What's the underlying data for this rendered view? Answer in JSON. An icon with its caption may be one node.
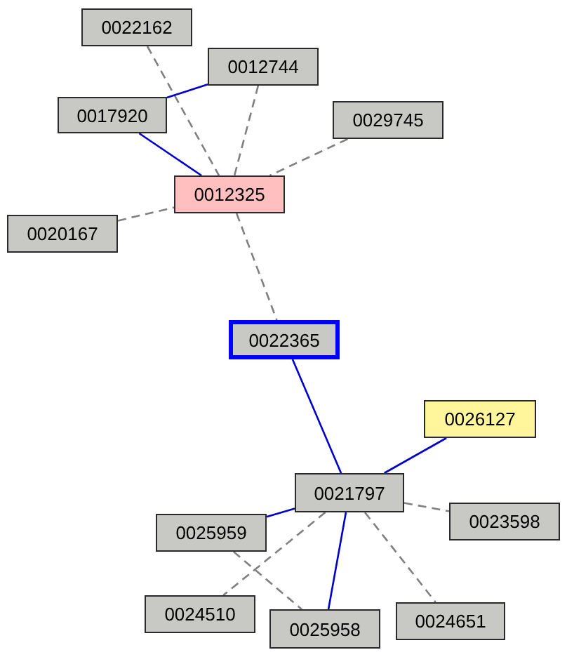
{
  "diagram": {
    "nodes": [
      {
        "text": [
          "0022162"
        ]
      },
      {
        "text": [
          "0012744"
        ]
      },
      {
        "text": [
          "0017920"
        ]
      },
      {
        "text": [
          "0029745"
        ]
      },
      {
        "text": [
          "0012325"
        ]
      },
      {
        "text": [
          "0020167"
        ]
      },
      {
        "text": [
          "0022365"
        ]
      },
      {
        "text": [
          "0026127"
        ]
      },
      {
        "text": [
          "0021797"
        ]
      },
      {
        "text": [
          "0025959"
        ]
      },
      {
        "text": [
          "0023598"
        ]
      },
      {
        "text": [
          "0024510"
        ]
      },
      {
        "text": [
          "0025958"
        ]
      },
      {
        "text": [
          "0024651"
        ]
      }
    ],
    "edges": [
      {
        "from": 0,
        "to": 4,
        "arrow": "none",
        "style": "dashed",
        "color": "#808080"
      },
      {
        "from": 1,
        "to": 2,
        "arrow": "none",
        "color": "#0000cc"
      },
      {
        "from": 1,
        "to": 4,
        "arrow": "none",
        "style": "dashed",
        "color": "#808080"
      },
      {
        "from": 2,
        "to": 4,
        "arrow": "none",
        "color": "#0000cc"
      },
      {
        "from": 3,
        "to": 4,
        "arrow": "none",
        "style": "dashed",
        "color": "#808080"
      },
      {
        "from": 5,
        "to": 4,
        "arrow": "none",
        "style": "dashed",
        "color": "#808080"
      },
      {
        "from": 4,
        "to": 6,
        "arrow": "none",
        "style": "dashed",
        "color": "#808080"
      },
      {
        "from": 6,
        "to": 8,
        "arrow": "none",
        "color": "#0000cc"
      },
      {
        "from": 7,
        "to": 8,
        "arrow": "none",
        "color": "#0000cc"
      },
      {
        "from": 8,
        "to": 9,
        "arrow": "none",
        "color": "#0000cc"
      },
      {
        "from": 8,
        "to": 10,
        "arrow": "none",
        "style": "dashed",
        "color": "#808080"
      },
      {
        "from": 8,
        "to": 11,
        "arrow": "none",
        "style": "dashed",
        "color": "#808080"
      },
      {
        "from": 8,
        "to": 12,
        "arrow": "none",
        "color": "#0000cc"
      },
      {
        "from": 8,
        "to": 13,
        "arrow": "none",
        "style": "dashed",
        "color": "#808080"
      },
      {
        "from": 9,
        "to": 12,
        "arrow": "none",
        "style": "dashed",
        "color": "#808080"
      }
    ]
  }
}
